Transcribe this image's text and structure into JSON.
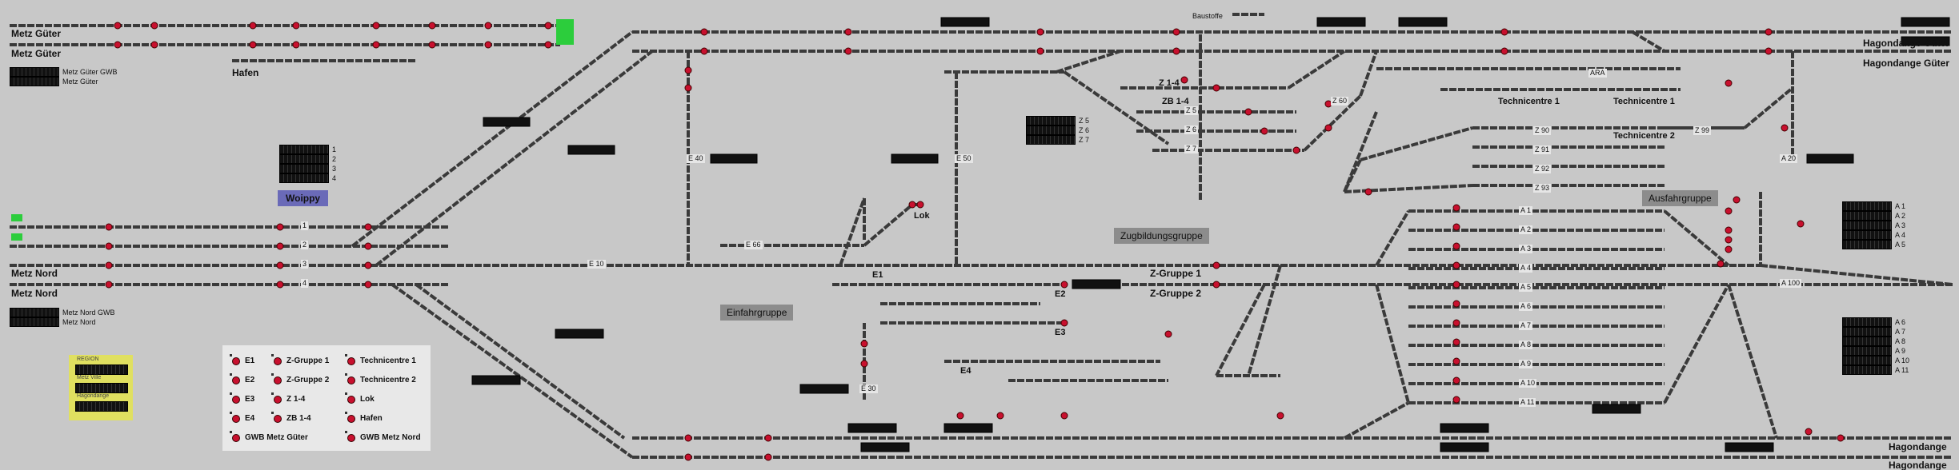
{
  "colors": {
    "background": "#c8c8c8",
    "track": "#3a3a3a",
    "signal_red": "#c8102e",
    "group_box": "#8c8c8c",
    "woippy_box": "#6a6ab8",
    "region_box": "#e0e060",
    "occupied_green": "#2ccd3c"
  },
  "stations": {
    "metz_gueter_1": "Metz Güter",
    "metz_gueter_2": "Metz Güter",
    "hafen": "Hafen",
    "metz_nord_1": "Metz Nord",
    "metz_nord_2": "Metz Nord",
    "hagondange_gueter_1": "Hagondange Güter",
    "hagondange_gueter_2": "Hagondange Güter",
    "hagondange_1": "Hagondange",
    "hagondange_2": "Hagondange",
    "technicentre_1": "Technicentre 1",
    "technicentre_2": "Technicentre 2",
    "lok": "Lok",
    "baustoffe": "Baustoffe",
    "z14": "Z 1-4",
    "zb14": "ZB 1-4"
  },
  "groups": {
    "woippy": "Woippy",
    "einfahrgruppe": "Einfahrgruppe",
    "zugbildungsgruppe": "Zugbildungsgruppe",
    "ausfahrgruppe": "Ausfahrgruppe",
    "z_gruppe_1": "Z-Gruppe 1",
    "z_gruppe_2": "Z-Gruppe 2"
  },
  "track_labels": {
    "e10": "E 10",
    "e40": "E 40",
    "e50": "E 50",
    "e66": "E 66",
    "e30": "E 30",
    "e1": "E1",
    "e2": "E2",
    "e3": "E3",
    "e4": "E4",
    "z60": "Z 60",
    "ara": "ARA",
    "z90": "Z 90",
    "z91": "Z 91",
    "z92": "Z 92",
    "z93": "Z 93",
    "z99": "Z 99",
    "z5": "Z 5",
    "z6": "Z 6",
    "z7": "Z 7",
    "a20": "A 20",
    "a100": "A 100",
    "w1": "1",
    "w2": "2",
    "w3": "3",
    "w4": "4",
    "a_tracks": [
      "A 1",
      "A 2",
      "A 3",
      "A 4",
      "A 5",
      "A 6",
      "A 7",
      "A 8",
      "A 9",
      "A 10",
      "A 11"
    ]
  },
  "side_lists": {
    "metz_gueter": [
      "Metz Güter GWB",
      "Metz Güter"
    ],
    "metz_nord": [
      "Metz Nord GWB",
      "Metz Nord"
    ],
    "woippy_disp": [
      "1",
      "2",
      "3",
      "4"
    ],
    "z_disp": [
      "Z 5",
      "Z 6",
      "Z 7"
    ],
    "a_upper": [
      "A 1",
      "A 2",
      "A 3",
      "A 4",
      "A 5"
    ],
    "a_lower": [
      "A 6",
      "A 7",
      "A 8",
      "A 9",
      "A 10",
      "A 11"
    ]
  },
  "legend": {
    "col1": [
      "E1",
      "E2",
      "E3",
      "E4",
      "GWB Metz Güter"
    ],
    "col2": [
      "Z-Gruppe 1",
      "Z-Gruppe 2",
      "Z 1-4",
      "ZB 1-4"
    ],
    "col3": [
      "Technicentre 1",
      "Technicentre 2",
      "Lok",
      "Hafen",
      "GWB Metz Nord"
    ]
  },
  "region": {
    "title": "REGION",
    "items": [
      "Metz Ville",
      "Hagondange"
    ]
  }
}
